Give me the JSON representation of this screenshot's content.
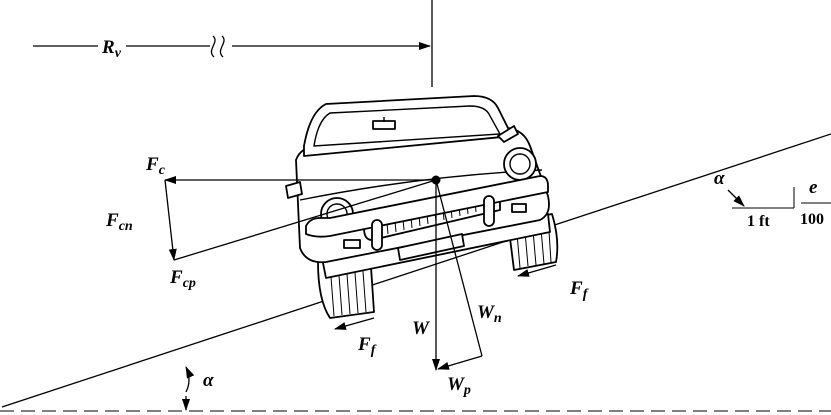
{
  "labels": {
    "rv": "R",
    "rv_sub": "v",
    "fc": "F",
    "fc_sub": "c",
    "fcn": "F",
    "fcn_sub": "cn",
    "fcp": "F",
    "fcp_sub": "cp",
    "ff_right": "F",
    "ff_right_sub": "f",
    "ff_left": "F",
    "ff_left_sub": "f",
    "w": "W",
    "wn": "W",
    "wn_sub": "n",
    "wp": "W",
    "wp_sub": "p",
    "alpha_bottom": "α",
    "alpha_top": "α",
    "run": "1 ft",
    "rise_num": "e",
    "rise_den": "100"
  }
}
